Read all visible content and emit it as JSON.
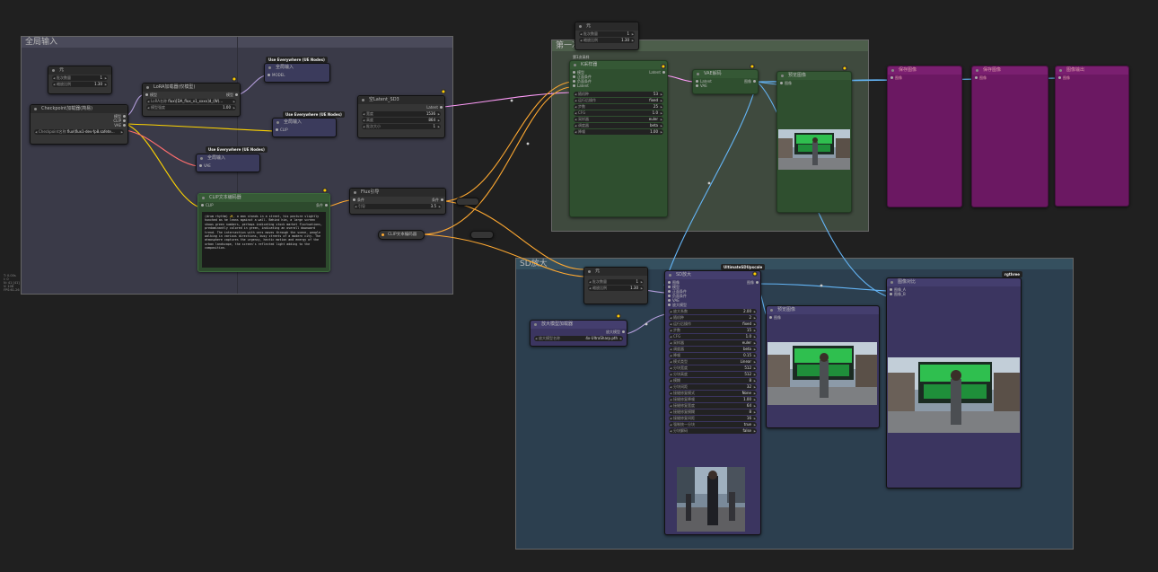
{
  "groups": {
    "global_input": "全局输入",
    "first_pass": "第一次",
    "sd_upscale": "SD放大"
  },
  "nodes": {
    "primitive_top": {
      "title": "元",
      "rows": [
        {
          "label": "批次数量",
          "value": "1"
        },
        {
          "label": "缩放比例",
          "value": "1.30"
        }
      ]
    },
    "primitive_left": {
      "title": "元",
      "rows": [
        {
          "label": "批次数量",
          "value": "1"
        },
        {
          "label": "缩放比例",
          "value": "1.30"
        }
      ]
    },
    "checkpoint": {
      "title": "Checkpoint加载器(简易)",
      "outputs": [
        "模型",
        "CLIP",
        "VAE"
      ],
      "widget_label": "Checkpoint名称",
      "widget_value": "flux\\flux1-dev-fp8.safete..."
    },
    "lora": {
      "title": "LoRA加载器(仅模型)",
      "input": "模型",
      "output": "模型",
      "rows": [
        {
          "label": "LoRA名称",
          "value": "flux\\[DA_flux_v1_xxxx]d_(W)..."
        },
        {
          "label": "模型强度",
          "value": "1.00"
        }
      ]
    },
    "ue_model": {
      "badge": "Use Everywhere (UE Nodes)",
      "title": "全局输入",
      "slot": "MODEL"
    },
    "ue_clip": {
      "badge": "Use Everywhere (UE Nodes)",
      "title": "全局输入",
      "slot": "CLIP"
    },
    "ue_vae": {
      "badge": "Use Everywhere (UE Nodes)",
      "title": "全局输入",
      "slot": "VAE"
    },
    "latent": {
      "title": "空Latent_SD3",
      "output": "Latent",
      "rows": [
        {
          "label": "宽度",
          "value": "1536"
        },
        {
          "label": "高度",
          "value": "864"
        },
        {
          "label": "批次大小",
          "value": "1"
        }
      ]
    },
    "clip_encode": {
      "title": "CLIP文本编码器",
      "input": "CLIP",
      "output": "条件",
      "prompt": "(drum rhythm) ✨, a man stands in a street, his posture slightly hunched as he leans against a wall. Behind him, a large screen shows green numbers, perhaps indicating stock market fluctuations, predominantly colored in green, indicating an overall downward trend. The intersection with cars moves through the scene, people walking in various directions, busy streets of a modern city. The atmosphere captures the urgency, hectic motion and energy of the urban landscape, the screen's reflected light adding to the composition."
    },
    "flux_guidance": {
      "title": "Flux引导",
      "input": "条件",
      "output": "条件",
      "rows": [
        {
          "label": "引导",
          "value": "3.5"
        }
      ]
    },
    "clip_collapsed": {
      "title": "CLIP文本编码器"
    },
    "sampler": {
      "title": "K采样器",
      "inputs": [
        "模型",
        "正面条件",
        "负面条件",
        "Latent"
      ],
      "output": "Latent",
      "rows": [
        {
          "label": "随机种",
          "value": "53"
        },
        {
          "label": "运行后操作",
          "value": "fixed"
        },
        {
          "label": "步数",
          "value": "25"
        },
        {
          "label": "CFG",
          "value": "1.0"
        },
        {
          "label": "采样器",
          "value": "euler"
        },
        {
          "label": "调度器",
          "value": "beta"
        },
        {
          "label": "降噪",
          "value": "1.00"
        }
      ]
    },
    "group_note": {
      "title": "第1次采样"
    },
    "vae_decode": {
      "title": "VAE解码",
      "inputs": [
        "Latent",
        "VAE"
      ],
      "output": "图像"
    },
    "preview1": {
      "title": "预览图像",
      "input": "图像"
    },
    "purple1": {
      "title": "保存图像",
      "input": "图像"
    },
    "purple2": {
      "title": "保存图像",
      "input": "图像"
    },
    "purple3": {
      "title": "图像输出",
      "input": "图像"
    },
    "primitive_sd": {
      "title": "元",
      "rows": [
        {
          "label": "批次数量",
          "value": "1"
        },
        {
          "label": "缩放比例",
          "value": "1.30"
        }
      ]
    },
    "upscale_model": {
      "title": "放大模型加载器",
      "output": "放大模型",
      "rows": [
        {
          "label": "放大模型名称",
          "value": "4x-UltraSharp.pth"
        }
      ]
    },
    "ultimate": {
      "badge": "UltimateSDUpscale",
      "title": "SD放大",
      "inputs": [
        "图像",
        "模型",
        "正面条件",
        "负面条件",
        "VAE",
        "放大模型"
      ],
      "output": "图像",
      "rows": [
        {
          "label": "放大系数",
          "value": "2.00"
        },
        {
          "label": "随机种",
          "value": "2"
        },
        {
          "label": "运行后操作",
          "value": "fixed"
        },
        {
          "label": "步数",
          "value": "15"
        },
        {
          "label": "CFG",
          "value": "1.0"
        },
        {
          "label": "采样器",
          "value": "euler"
        },
        {
          "label": "调度器",
          "value": "beta"
        },
        {
          "label": "降噪",
          "value": "0.15"
        },
        {
          "label": "模式类型",
          "value": "Linear"
        },
        {
          "label": "分块宽度",
          "value": "512"
        },
        {
          "label": "分块高度",
          "value": "512"
        },
        {
          "label": "模糊",
          "value": "8"
        },
        {
          "label": "分块间距",
          "value": "32"
        },
        {
          "label": "接缝修复模式",
          "value": "None"
        },
        {
          "label": "接缝修复降噪",
          "value": "1.00"
        },
        {
          "label": "接缝修复宽度",
          "value": "64"
        },
        {
          "label": "接缝修复模糊",
          "value": "8"
        },
        {
          "label": "接缝修复间距",
          "value": "16"
        },
        {
          "label": "强制统一分块",
          "value": "true"
        },
        {
          "label": "分块解码",
          "value": "false"
        }
      ]
    },
    "preview2": {
      "title": "预览图像",
      "input": "图像"
    },
    "compare": {
      "badge": "rgthree",
      "title": "图像对比",
      "inputs": [
        "图像_A",
        "图像_B"
      ]
    }
  },
  "side_info": [
    "T: 0.00s",
    "I: 0",
    "N: 41 [41]",
    "V: 108",
    "FPS:61.26"
  ],
  "colors": {
    "clip_wire": "#ffd500",
    "cond_wire": "#ffa931",
    "model_wire": "#b39ddb",
    "latent_wire": "#ff9cf9",
    "vae_wire": "#ff6e6e",
    "image_wire": "#64b5f6",
    "green_node": "#2f4f2f",
    "purple_node": "#7a1a6a",
    "sd_group": "#2c3f4f"
  }
}
